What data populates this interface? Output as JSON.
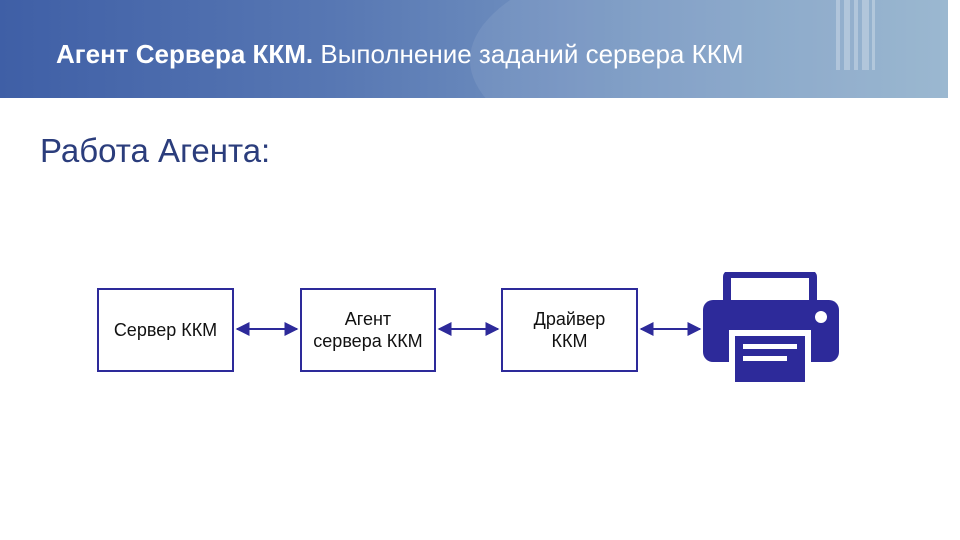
{
  "header": {
    "title_bold": "Агент Сервера ККМ.",
    "title_rest": "Выполнение заданий сервера ККМ"
  },
  "section_title": "Работа Агента:",
  "diagram": {
    "nodes": [
      {
        "id": "server",
        "lines": [
          "Сервер ККМ"
        ]
      },
      {
        "id": "agent",
        "lines": [
          "Агент",
          "сервера ККМ"
        ]
      },
      {
        "id": "driver",
        "lines": [
          "Драйвер",
          "ККМ"
        ]
      },
      {
        "id": "printer",
        "icon": "printer-icon"
      }
    ],
    "edges": [
      {
        "from": "server",
        "to": "agent",
        "direction": "both"
      },
      {
        "from": "agent",
        "to": "driver",
        "direction": "both"
      },
      {
        "from": "driver",
        "to": "printer",
        "direction": "both"
      }
    ]
  },
  "colors": {
    "banner_start": "#3f5fa6",
    "banner_end": "#93b2cc",
    "diagram_accent": "#2d2a9a",
    "title_text": "#2b3d7c"
  }
}
